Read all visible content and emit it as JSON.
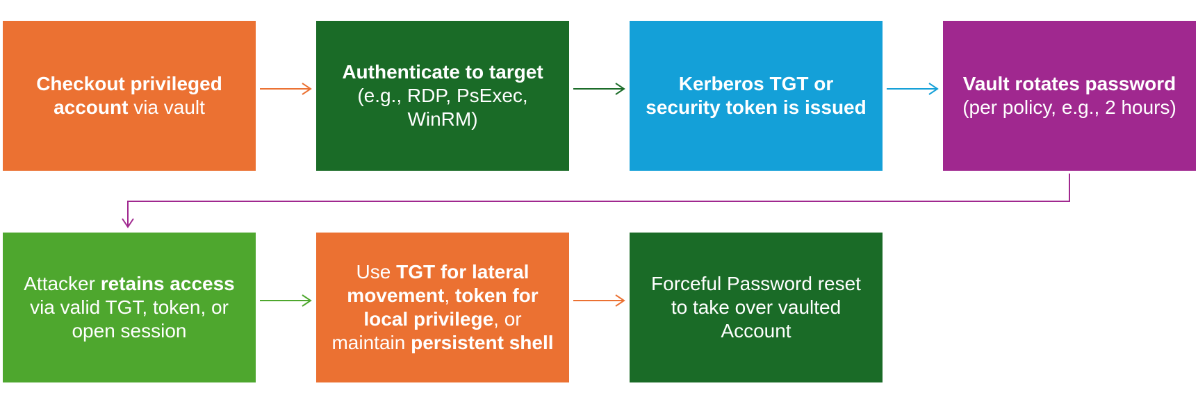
{
  "steps": [
    {
      "id": "checkout",
      "color": "#EB7132",
      "runs": [
        {
          "t": "Checkout privileged account",
          "b": true
        },
        {
          "t": " via vault",
          "b": false
        }
      ]
    },
    {
      "id": "authenticate",
      "color": "#1A6B27",
      "runs": [
        {
          "t": "Authenticate to target",
          "b": true
        },
        {
          "t": " (e.g., RDP, PsExec, WinRM)",
          "b": false
        }
      ]
    },
    {
      "id": "token-issued",
      "color": "#14A0D8",
      "runs": [
        {
          "t": "Kerberos TGT or security token is issued",
          "b": true
        }
      ]
    },
    {
      "id": "vault-rotates",
      "color": "#A0288F",
      "runs": [
        {
          "t": "Vault rotates password",
          "b": true
        },
        {
          "t": " (per policy, e.g., 2 hours)",
          "b": false
        }
      ]
    },
    {
      "id": "retains-access",
      "color": "#4EA72E",
      "runs": [
        {
          "t": "Attacker ",
          "b": false
        },
        {
          "t": "retains access",
          "b": true
        },
        {
          "t": " via valid TGT, token, or open session",
          "b": false
        }
      ]
    },
    {
      "id": "lateral-movement",
      "color": "#EB7132",
      "runs": [
        {
          "t": "Use ",
          "b": false
        },
        {
          "t": "TGT for lateral movement",
          "b": true
        },
        {
          "t": ", ",
          "b": false
        },
        {
          "t": "token for local privilege",
          "b": true
        },
        {
          "t": ", or maintain ",
          "b": false
        },
        {
          "t": "persistent shell",
          "b": true
        }
      ]
    },
    {
      "id": "password-reset",
      "color": "#1A6B27",
      "runs": [
        {
          "t": "Forceful Password reset to take over vaulted Account",
          "b": false
        }
      ]
    }
  ],
  "connectors": [
    {
      "from": "checkout",
      "to": "authenticate",
      "color": "#EB7132"
    },
    {
      "from": "authenticate",
      "to": "token-issued",
      "color": "#1A6B27"
    },
    {
      "from": "token-issued",
      "to": "vault-rotates",
      "color": "#14A0D8"
    },
    {
      "from": "vault-rotates",
      "to": "retains-access",
      "color": "#A0288F",
      "style": "elbow"
    },
    {
      "from": "retains-access",
      "to": "lateral-movement",
      "color": "#4EA72E"
    },
    {
      "from": "lateral-movement",
      "to": "password-reset",
      "color": "#EB7132"
    }
  ]
}
